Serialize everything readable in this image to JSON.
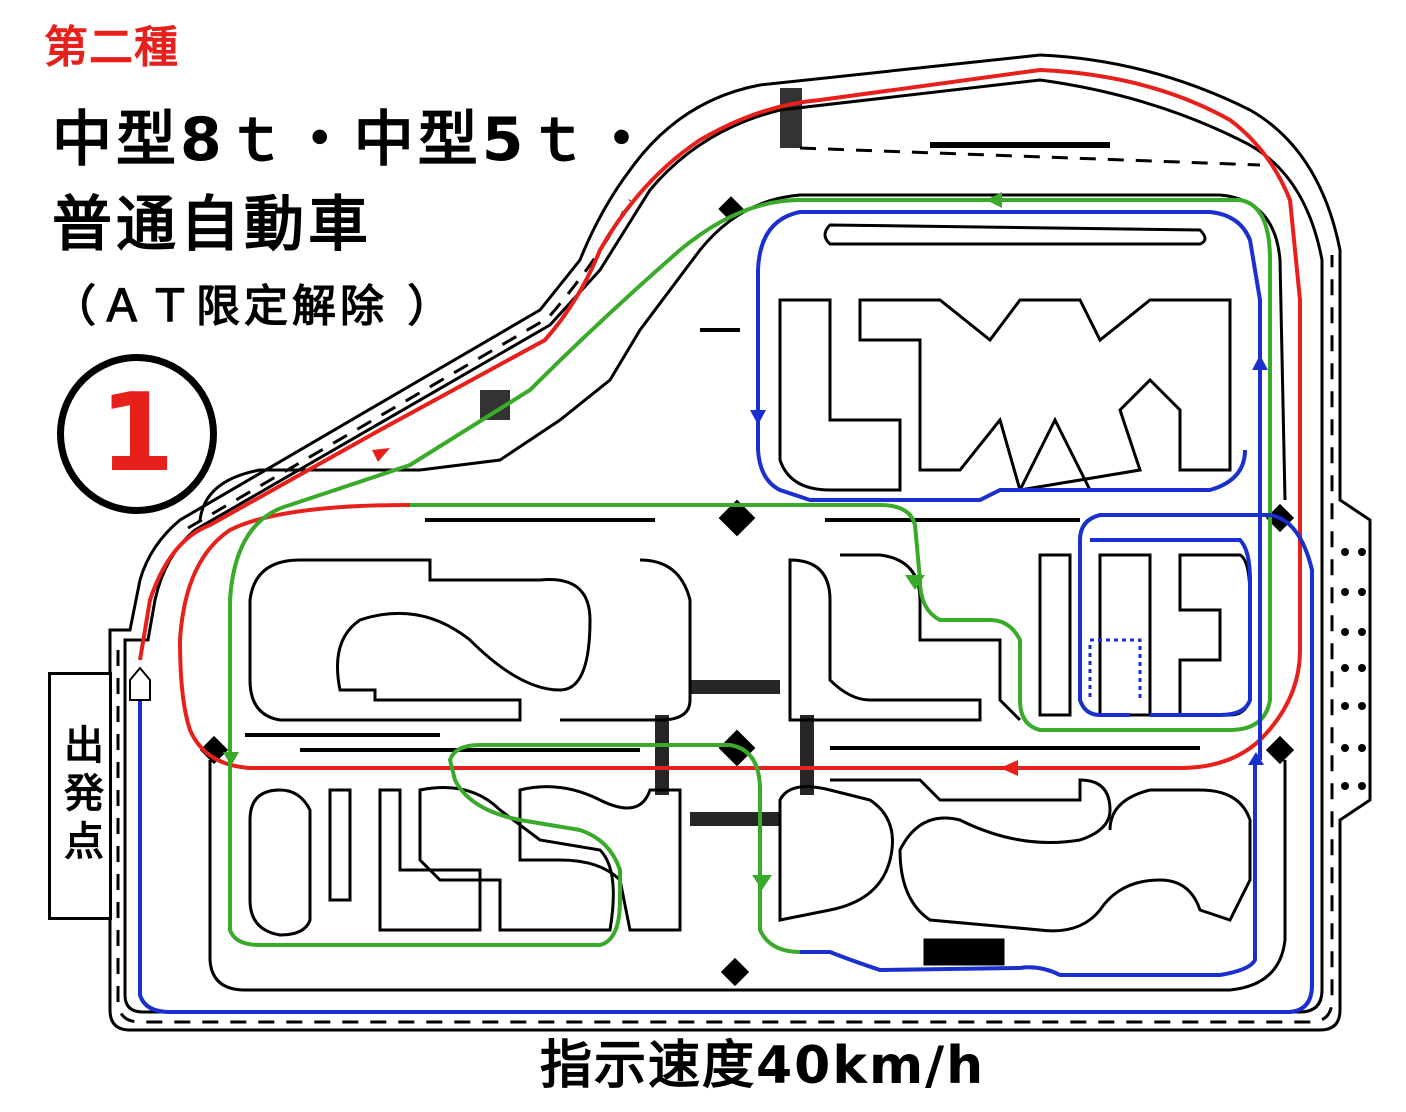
{
  "header": {
    "category": "第二種",
    "line1": "中型8ｔ・中型5ｔ・",
    "line2": "普通自動車",
    "line3": "（ＡＴ限定解除 ）"
  },
  "course_number": "1",
  "start_point": "出発点",
  "speed_instruction": "指示速度40km/h",
  "route_colors": {
    "red": "#e8201c",
    "green": "#3aaa2a",
    "blue": "#1a2fd0"
  }
}
